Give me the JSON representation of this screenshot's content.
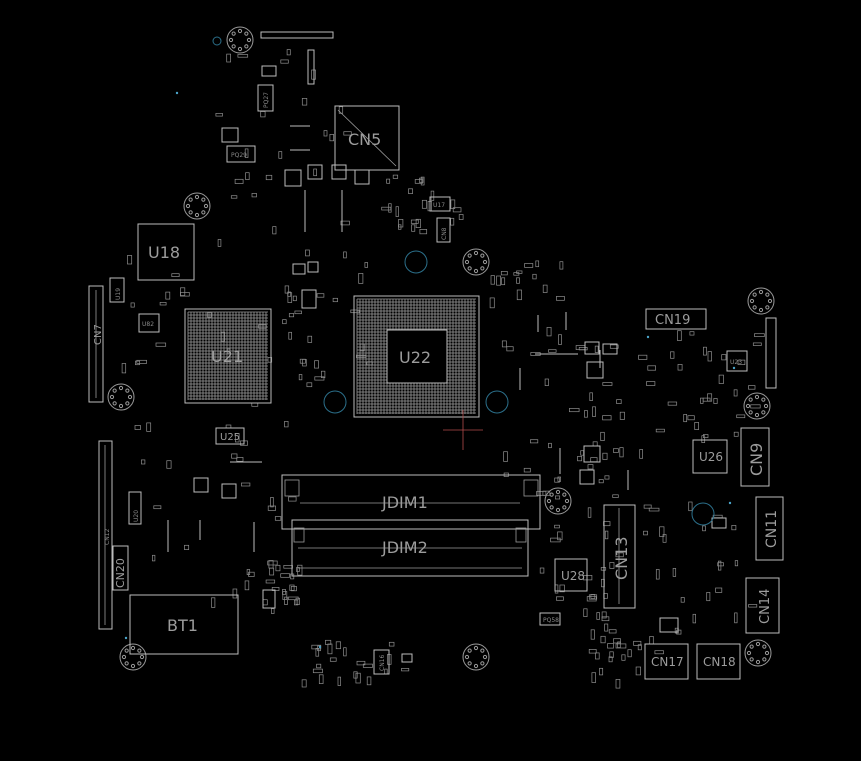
{
  "board": {
    "background": "#000000",
    "outline_color": "#bdbdbd",
    "label_color": "#9c9c9c",
    "via_color": "#2b6f8a"
  },
  "components": {
    "CN5": "CN5",
    "U18": "U18",
    "U21": "U21",
    "U22": "U22",
    "CN19": "CN19",
    "U26": "U26",
    "CN9": "CN9",
    "CN11": "CN11",
    "JDIM1": "JDIM1",
    "JDIM2": "JDIM2",
    "CN13": "CN13",
    "U28": "U28",
    "CN14": "CN14",
    "CN17": "CN17",
    "CN18": "CN18",
    "BT1": "BT1",
    "CN20": "CN20",
    "CN7": "CN7",
    "U25": "U25",
    "U19": "U19",
    "U23": "U23",
    "U17": "U17",
    "U82": "U82",
    "CN8": "CN8",
    "CN12": "CN12",
    "CN16": "CN16",
    "PQ27": "PQ27",
    "PQ29": "PQ29",
    "PQ58": "PQ58",
    "U20": "U20"
  }
}
